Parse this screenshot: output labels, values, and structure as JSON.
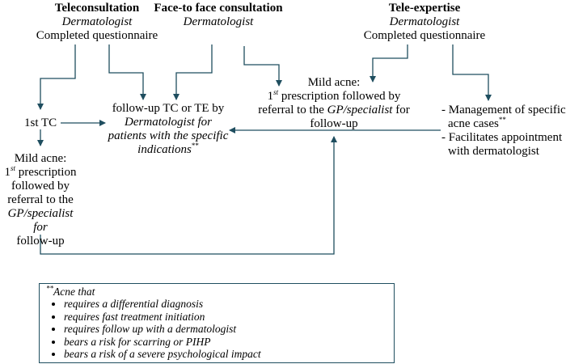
{
  "teleconsultation": {
    "title": "Teleconsultation",
    "role": "Dermatologist",
    "item": "Completed questionnaire"
  },
  "face_to_face": {
    "title": "Face-to face consultation",
    "role": "Dermatologist"
  },
  "tele_expertise": {
    "title": "Tele-expertise",
    "role": "Dermatologist",
    "item": "Completed questionnaire"
  },
  "first_tc": "1st TC",
  "followup": {
    "line1": "follow-up TC or TE by",
    "line2": "Dermatologist for",
    "line3": "patients with the specific",
    "line4": "indications",
    "marker": "**"
  },
  "mild_acne_right": {
    "line1": "Mild acne:",
    "line2a": "1",
    "line2sup": "st",
    "line2b": " prescription followed by",
    "line3a": "referral to the ",
    "line3b": "GP/specialist",
    "line3c": " for",
    "line4": "follow-up"
  },
  "mild_acne_left": {
    "line1": "Mild acne:",
    "line2a": "1",
    "line2sup": "st",
    "line2b": " prescription",
    "line3": "followed by",
    "line4": "referral to the",
    "line5": "GP/specialist for",
    "line6": "follow-up"
  },
  "management": {
    "line1": "- Management of specific",
    "line2": "acne cases",
    "line2sup": "**",
    "line3": "- Facilitates appointment",
    "line4": "with dermatologist"
  },
  "legend": {
    "title_marker": "**",
    "title": "Acne that",
    "items": [
      "requires a differential diagnosis",
      "requires fast treatment initiation",
      "requires follow up with a dermatologist",
      "bears a risk for scarring or PIHP",
      "bears a risk of a severe psychological impact"
    ]
  },
  "colors": {
    "arrow": "#1f4e5f",
    "text": "#000000"
  }
}
